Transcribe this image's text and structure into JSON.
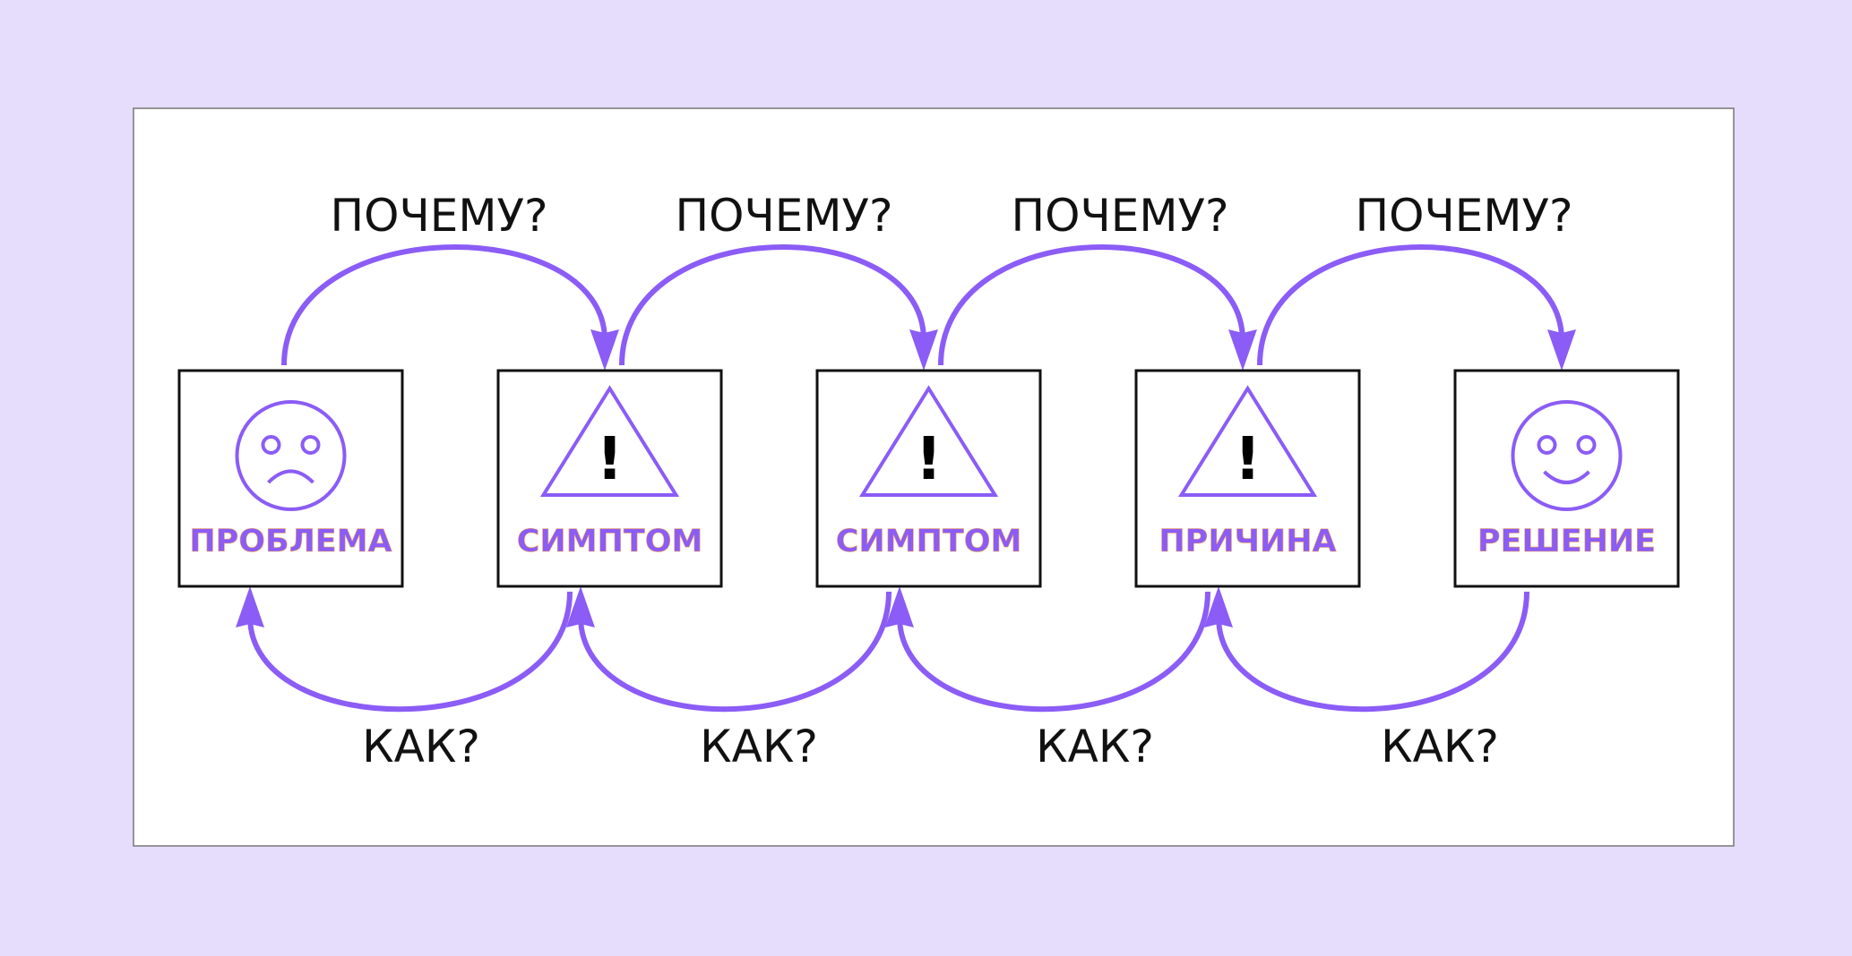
{
  "colors": {
    "background": "#e6dcfb",
    "accent": "#8b5cf6",
    "panel": "#ffffff"
  },
  "nodes": [
    {
      "label": "ПРОБЛЕМА",
      "icon": "sad-face-icon"
    },
    {
      "label": "СИМПТОМ",
      "icon": "warning-triangle-icon",
      "mark": "!"
    },
    {
      "label": "СИМПТОМ",
      "icon": "warning-triangle-icon",
      "mark": "!"
    },
    {
      "label": "ПРИЧИНА",
      "icon": "warning-triangle-icon",
      "mark": "!"
    },
    {
      "label": "РЕШЕНИЕ",
      "icon": "happy-face-icon"
    }
  ],
  "why_labels": [
    "ПОЧЕМУ?",
    "ПОЧЕМУ?",
    "ПОЧЕМУ?",
    "ПОЧЕМУ?"
  ],
  "how_labels": [
    "КАК?",
    "КАК?",
    "КАК?",
    "КАК?"
  ]
}
